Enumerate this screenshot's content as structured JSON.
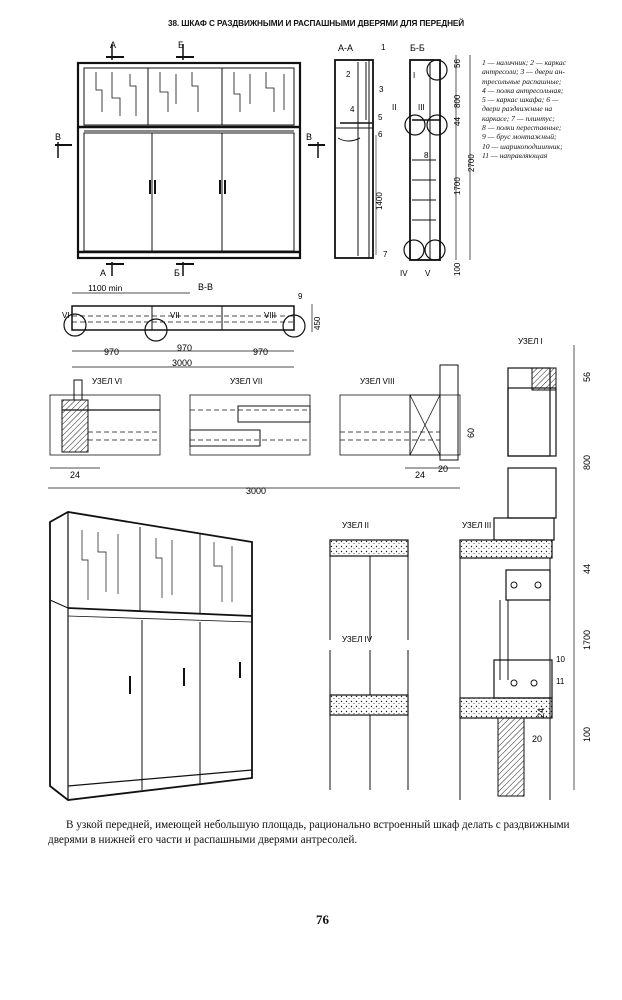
{
  "title": "38. ШКАФ С РАЗДВИЖНЫМИ И РАСПАШНЫМИ ДВЕРЯМИ ДЛЯ ПЕРЕДНЕЙ",
  "legend": [
    "1 — наличник; 2 — каркас",
    "антресоли; 3 — двери ан-",
    "тресольные распашные;",
    "4 — полка антресольная;",
    "5 — каркас шкафа; 6 —",
    "двери раздвижные на",
    "каркасе; 7 — плинтус;",
    "8 — полки переставные;",
    "9 — брус монтажный;",
    "10 — шарикоподшипник;",
    "11 — направляющая"
  ],
  "labels": {
    "sec_aa": "А-А",
    "sec_bb": "Б-Б",
    "sec_vv": "В-В",
    "cut_a": "А",
    "cut_b": "Б",
    "cut_v": "В",
    "node1": "I",
    "node2": "II",
    "node3": "III",
    "node4": "IV",
    "node5": "V",
    "node6": "VI",
    "node7": "VII",
    "node8": "VIII",
    "uzel_1": "УЗЕЛ I",
    "uzel_2": "УЗЕЛ II",
    "uzel_3": "УЗЕЛ III",
    "uzel_4": "УЗЕЛ IV",
    "uzel_6": "УЗЕЛ VI",
    "uzel_7": "УЗЕЛ VII",
    "uzel_8": "УЗЕЛ VIII",
    "n1": "1",
    "n2": "2",
    "n3": "3",
    "n4": "4",
    "n5": "5",
    "n6": "6",
    "n7": "7",
    "n8": "8",
    "n9": "9",
    "n10": "10",
    "n11": "11"
  },
  "dimensions": {
    "d1100": "1100 min",
    "d970": "970",
    "d3000": "3000",
    "d450": "450",
    "d1400": "1400",
    "d56": "56",
    "d800": "800",
    "d44": "44",
    "d2700": "2700",
    "d1700": "1700",
    "d100": "100",
    "d24": "24",
    "d60": "60",
    "d20": "20"
  },
  "caption": "В узкой передней, имеющей небольшую площадь, рационально встроенный шкаф делать с раздвижными дверями в нижней его части и распашными дверями антресолей.",
  "page_number": "76"
}
